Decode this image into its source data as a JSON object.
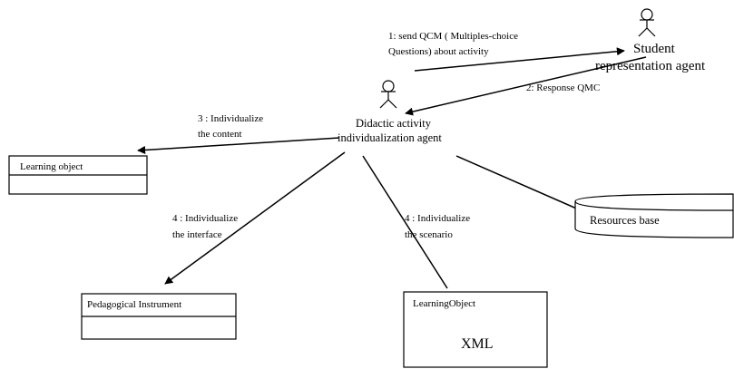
{
  "actors": {
    "student": {
      "line1": "Student",
      "line2": "representation agent"
    },
    "didactic": {
      "line1": "Didactic activity",
      "line2": "individualization agent"
    }
  },
  "messages": {
    "send_qcm": {
      "line1": "1: send QCM ( Multiples-choice",
      "line2": "Questions) about activity"
    },
    "response_qmc": "2: Response QMC",
    "individualize_content": {
      "line1": "3 : Individualize",
      "line2": "the content"
    },
    "individualize_interface": {
      "line1": "4 : Individualize",
      "line2": "the interface"
    },
    "individualize_scenario": {
      "line1": "4 : Individualize",
      "line2": "the scenario"
    }
  },
  "classes": {
    "learning_object": "Learning object",
    "pedagogical_instrument": "Pedagogical Instrument",
    "learning_object_xml": {
      "title": "LearningObject",
      "body": "XML"
    }
  },
  "database": {
    "resources": "Resources base"
  }
}
